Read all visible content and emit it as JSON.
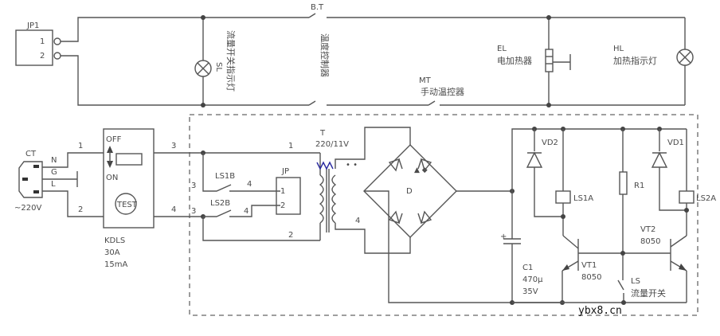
{
  "diagram": {
    "type": "circuit-schematic",
    "watermark": "ybx8.cn",
    "components": {
      "jp1": {
        "label": "JP1",
        "pins": [
          "1",
          "2"
        ]
      },
      "sl": {
        "label": "SL",
        "desc": "流量开关指示灯"
      },
      "bt": {
        "label": "B.T",
        "desc": "温度控制器"
      },
      "mt": {
        "label": "MT",
        "desc": "手动温控器"
      },
      "el": {
        "label": "EL",
        "desc": "电加热器"
      },
      "hl": {
        "label": "HL",
        "desc": "加热指示灯"
      },
      "ct": {
        "label": "CT",
        "voltage": "~220V",
        "pins": [
          "N",
          "G",
          "L"
        ]
      },
      "kdls": {
        "label": "KDLS",
        "rating1": "30A",
        "rating2": "15mA",
        "off": "OFF",
        "on": "ON",
        "test": "TEST"
      },
      "transformer": {
        "label": "T",
        "rating": "220/11V"
      },
      "jp": {
        "label": "JP",
        "pins": [
          "1",
          "2"
        ]
      },
      "ls1b": {
        "label": "LS1B"
      },
      "ls2b": {
        "label": "LS2B"
      },
      "bridge": {
        "label": "D"
      },
      "c1": {
        "label": "C1",
        "value": "470μ",
        "voltage": "35V",
        "plus": "+"
      },
      "vd1": {
        "label": "VD1"
      },
      "vd2": {
        "label": "VD2"
      },
      "r1": {
        "label": "R1"
      },
      "ls1a": {
        "label": "LS1A"
      },
      "ls2a": {
        "label": "LS2A"
      },
      "vt1": {
        "label": "VT1",
        "model": "8050"
      },
      "vt2": {
        "label": "VT2",
        "model": "8050"
      },
      "ls": {
        "label": "LS",
        "desc": "流量开关"
      }
    },
    "wire_numbers": {
      "n1": "1",
      "n2": "2",
      "n3": "3",
      "n4": "4"
    }
  }
}
